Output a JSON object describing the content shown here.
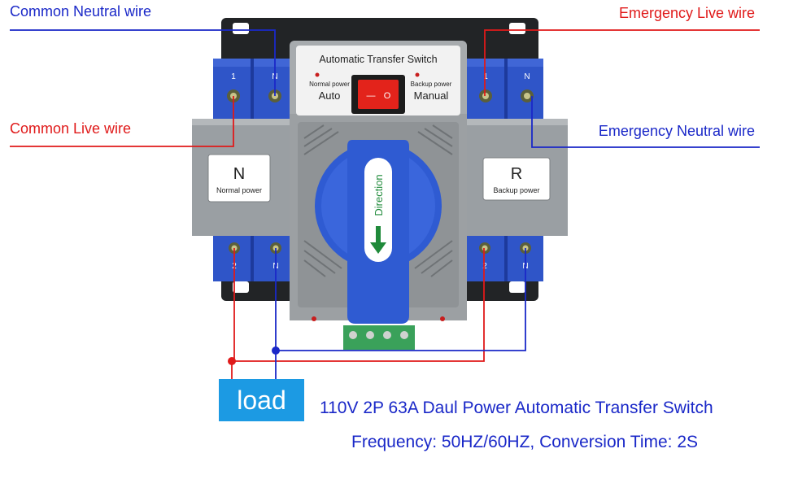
{
  "labels": {
    "common_neutral": "Common Neutral wire",
    "emergency_live": "Emergency Live wire",
    "common_live": "Common Live wire",
    "emergency_neutral": "Emergency Neutral wire",
    "load": "load"
  },
  "device": {
    "panel_title": "Automatic Transfer Switch",
    "normal_power_small": "Normal power",
    "auto": "Auto",
    "backup_power_small": "Backup power",
    "manual": "Manual",
    "rocker_off": "—",
    "rocker_on": "O",
    "left_badge_letter": "N",
    "left_badge_text": "Normal power",
    "right_badge_letter": "R",
    "right_badge_text": "Backup power",
    "handle_text": "Direction",
    "terminal_1": "1",
    "terminal_2": "2",
    "terminal_n": "N"
  },
  "product": {
    "title": "110V 2P 63A Daul Power Automatic Transfer Switch",
    "specs": "Frequency: 50HZ/60HZ, Conversion Time: 2S"
  },
  "colors": {
    "live_wire": "#e01a1a",
    "neutral_wire": "#1a28c8",
    "load_box": "#1c9ae3",
    "terminal_blue": "#2f55c8",
    "housing_gray": "#9a9fa3",
    "handle_blue": "#2f5bd2",
    "rocker_red": "#e3231b"
  }
}
